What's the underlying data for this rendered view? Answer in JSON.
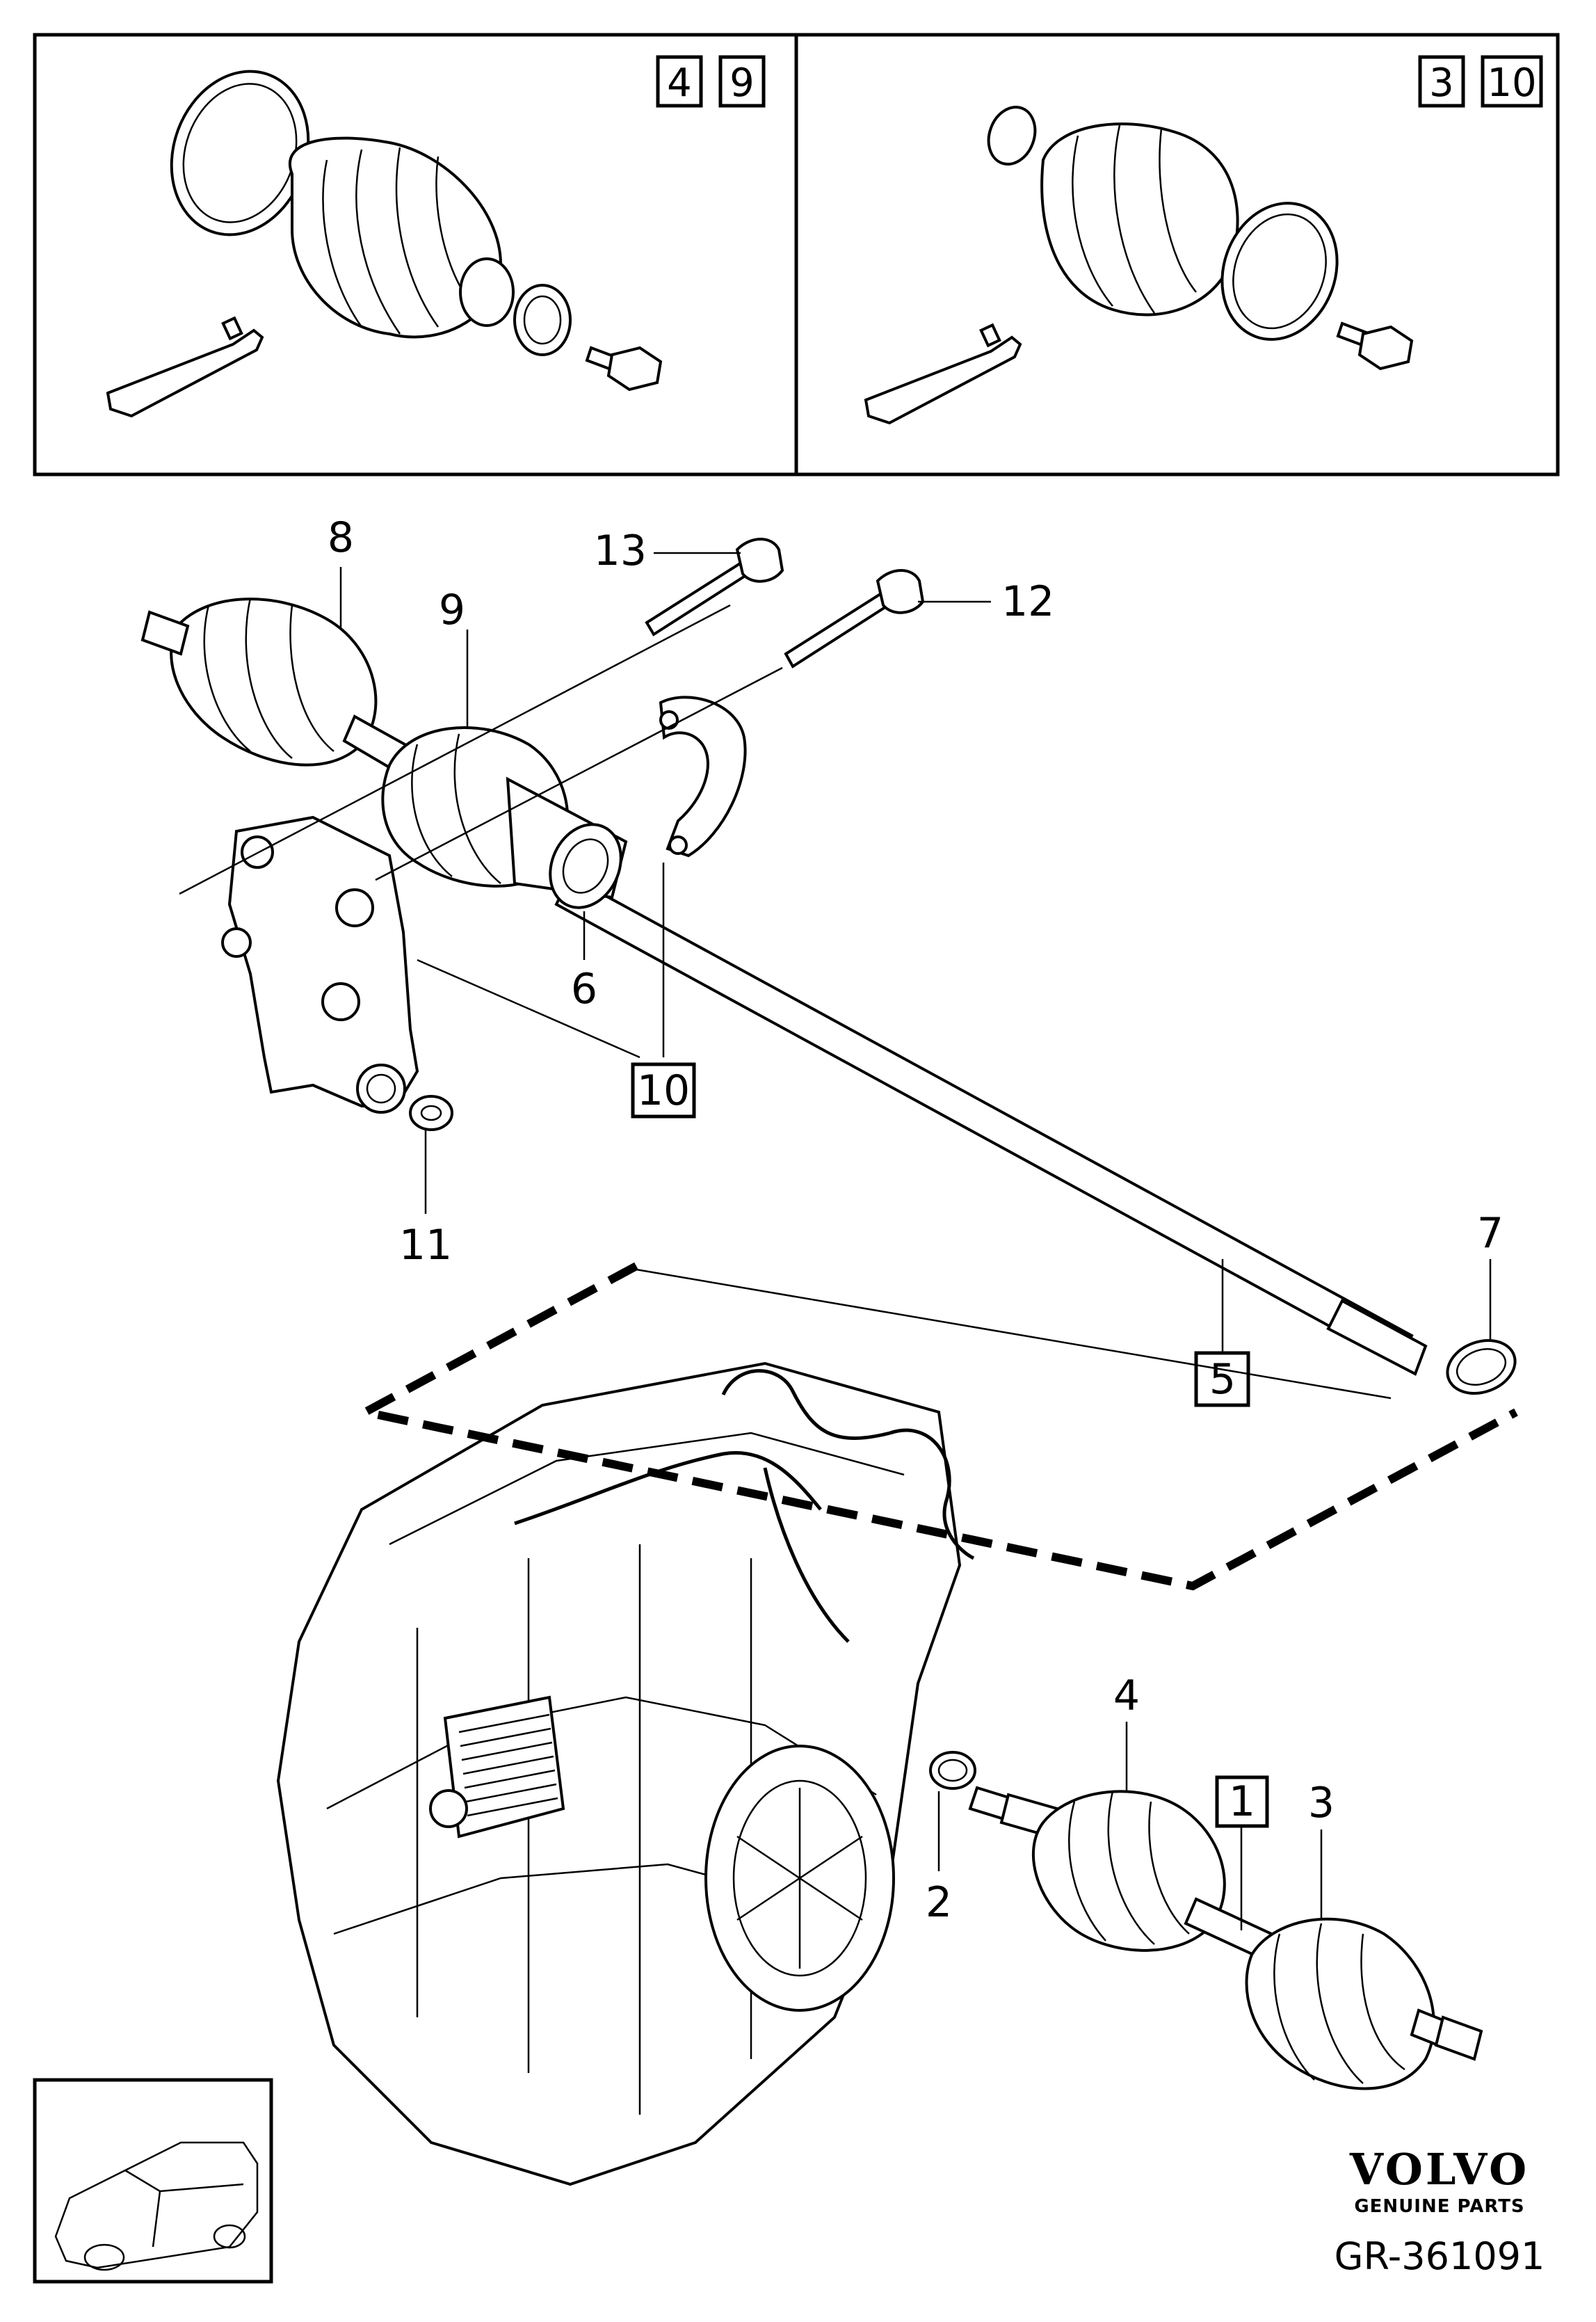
{
  "diagram": {
    "kit_boxes": {
      "left": {
        "refs": [
          "4",
          "9"
        ]
      },
      "right": {
        "refs": [
          "3",
          "10"
        ]
      }
    },
    "callouts": [
      "1",
      "2",
      "3",
      "4",
      "5",
      "6",
      "7",
      "8",
      "9",
      "10",
      "11",
      "12",
      "13"
    ],
    "boxed_callouts": [
      "1",
      "5",
      "10"
    ]
  },
  "branding": {
    "logo_text": "VOLVO",
    "logo_subtext": "GENUINE PARTS",
    "reference": "GR-361091"
  }
}
